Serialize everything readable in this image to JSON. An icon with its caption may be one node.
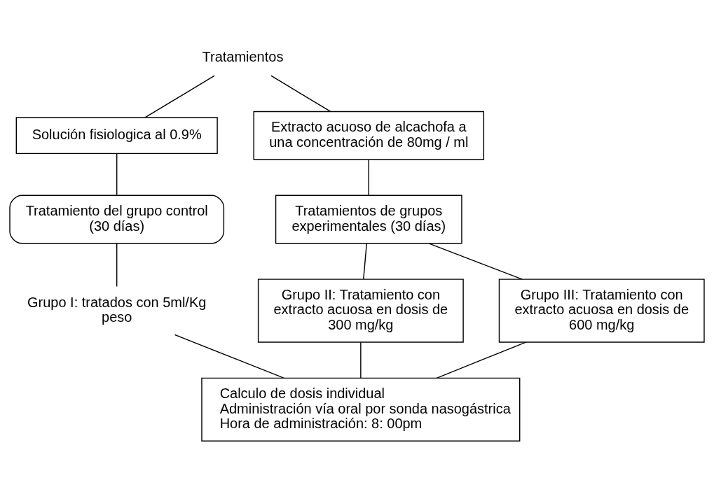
{
  "diagram": {
    "nodes": [
      {
        "text": [
          "Tratamientos"
        ]
      },
      {
        "text": [
          "Solución fisiologica al 0.9%"
        ]
      },
      {
        "text": [
          "Extracto acuoso de alcachofa a una concentración de 80mg / ml"
        ]
      },
      {
        "text": [
          "Tratamiento del grupo control (30 días)"
        ]
      },
      {
        "text": [
          "Tratamientos de grupos experimentales (30 días)"
        ]
      },
      {
        "text": [
          "Grupo I: tratados con 5ml/Kg peso"
        ]
      },
      {
        "text": [
          "Grupo II: Tratamiento con extracto acuosa en dosis de 300 mg/kg"
        ]
      },
      {
        "text": [
          "Grupo III: Tratamiento con extracto acuosa en dosis de 600 mg/kg"
        ]
      },
      {
        "text": [
          "Calculo de dosis individual",
          "Administración vía oral por sonda nasogástrica",
          "Hora de administración: 8: 00pm"
        ]
      }
    ],
    "edges": [
      {
        "from": 0,
        "to": 1,
        "arrow": "none"
      },
      {
        "from": 0,
        "to": 2,
        "arrow": "none"
      },
      {
        "from": 1,
        "to": 3,
        "arrow": "none"
      },
      {
        "from": 2,
        "to": 4,
        "arrow": "none"
      },
      {
        "from": 3,
        "to": 5,
        "arrow": "none"
      },
      {
        "from": 4,
        "to": 6,
        "arrow": "none"
      },
      {
        "from": 4,
        "to": 7,
        "arrow": "none"
      },
      {
        "from": 5,
        "to": 8,
        "arrow": "none"
      },
      {
        "from": 6,
        "to": 8,
        "arrow": "none"
      },
      {
        "from": 7,
        "to": 8,
        "arrow": "none"
      }
    ]
  }
}
